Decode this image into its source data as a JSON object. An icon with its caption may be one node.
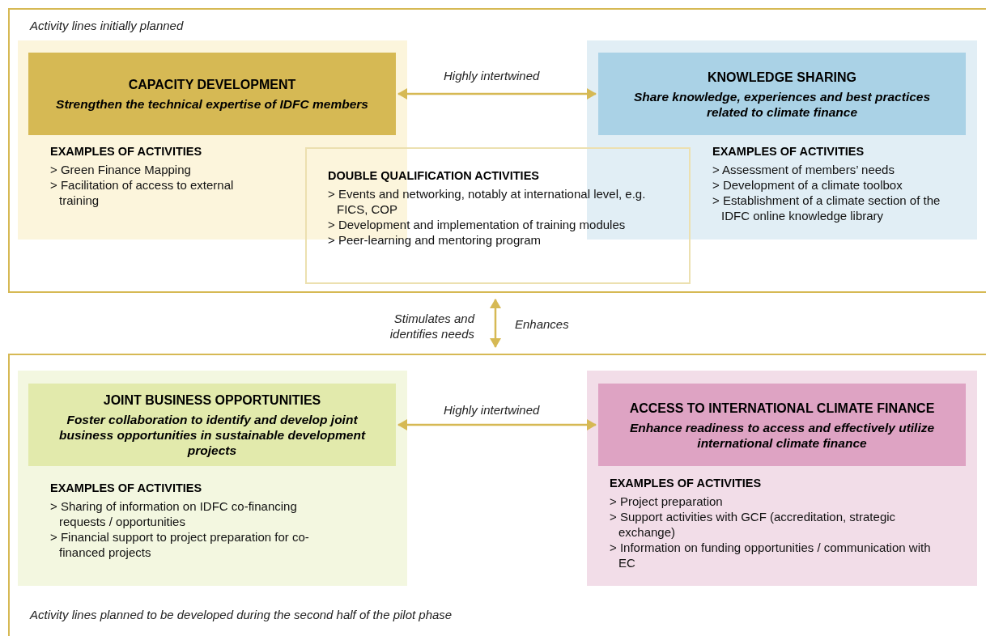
{
  "diagram": {
    "nodes": [
      {
        "text": [
          "Activity lines initially planned"
        ]
      },
      {
        "text": [
          "EXAMPLES OF ACTIVITIES",
          "> Green Finance Mapping",
          "> Facilitation of access to external training"
        ],
        "in": 0
      },
      {
        "text": [
          "CAPACITY DEVELOPMENT",
          "Strengthen the technical expertise of IDFC members"
        ],
        "in": 1
      },
      {
        "text": [
          "EXAMPLES OF ACTIVITIES",
          "> Assessment of members’ needs",
          "> Development of a climate toolbox",
          "> Establishment of a climate section of the IDFC online knowledge library"
        ],
        "in": 0
      },
      {
        "text": [
          "KNOWLEDGE SHARING",
          "Share knowledge, experiences and best practices related to climate finance"
        ],
        "in": 3
      },
      {
        "text": [
          "DOUBLE QUALIFICATION ACTIVITIES",
          "> Events and networking, notably at international level, e.g. FICS, COP",
          "> Development and implementation of training modules",
          "> Peer-learning and mentoring program"
        ],
        "in": 0
      },
      {
        "text": [
          "Activity lines planned to be developed during the second half of the pilot phase"
        ]
      },
      {
        "text": [
          "EXAMPLES OF ACTIVITIES",
          "> Sharing of information on IDFC co-financing requests / opportunities",
          "> Financial support to project preparation for co-financed projects"
        ],
        "in": 6
      },
      {
        "text": [
          "JOINT BUSINESS OPPORTUNITIES",
          "Foster collaboration to identify and develop joint business opportunities in sustainable development projects"
        ],
        "in": 7
      },
      {
        "text": [
          "EXAMPLES OF ACTIVITIES",
          "> Project preparation",
          "> Support activities with GCF (accreditation, strategic exchange)",
          "> Information on funding opportunities / communication with EC"
        ],
        "in": 6
      },
      {
        "text": [
          "ACCESS TO INTERNATIONAL CLIMATE FINANCE",
          "Enhance readiness to access and effectively utilize international climate finance"
        ],
        "in": 9
      }
    ],
    "edges": [
      {
        "from": 2,
        "to": 4,
        "arrow": "both",
        "label": "Highly intertwined"
      },
      {
        "from": 0,
        "to": 6,
        "arrow": "both",
        "label": "Enhances"
      },
      {
        "from": 8,
        "to": 10,
        "arrow": "both",
        "label": "Highly intertwined"
      }
    ],
    "labels": [
      "Stimulates and identifies needs"
    ]
  }
}
